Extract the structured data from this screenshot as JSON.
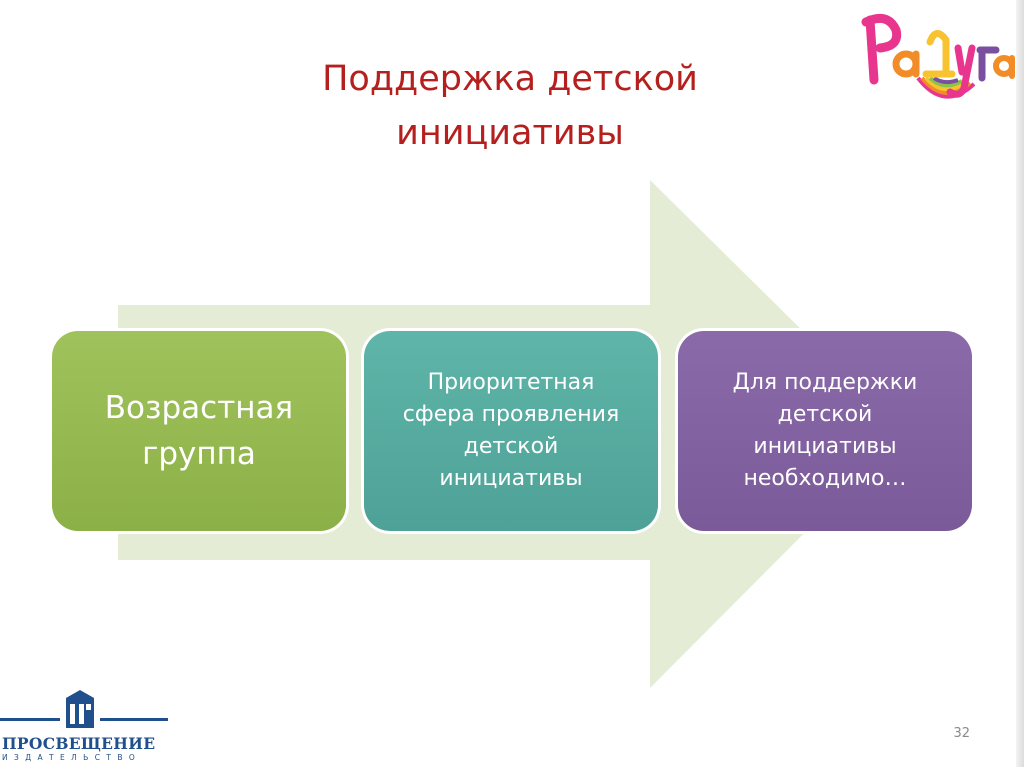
{
  "slide": {
    "title_line1": "Поддержка детской",
    "title_line2": "инициативы",
    "page_number": "32"
  },
  "logo_top": {
    "text": "Радуга"
  },
  "boxes": [
    {
      "lines": [
        "Возрастная",
        "группа"
      ],
      "color": "#96b953"
    },
    {
      "lines": [
        "Приоритетная",
        "сфера проявления",
        "детской",
        "инициативы"
      ],
      "color": "#58ada1"
    },
    {
      "lines": [
        "Для поддержки",
        "детской",
        "инициативы",
        "необходимо…"
      ],
      "color": "#8363a1"
    }
  ],
  "arrow": {
    "color": "#e4ecd6"
  },
  "logo_bottom": {
    "name": "ПРОСВЕЩЕНИЕ",
    "subtitle": "ИЗДАТЕЛЬСТВО",
    "color": "#1f4f8c"
  },
  "colors": {
    "title": "#b5201f"
  }
}
